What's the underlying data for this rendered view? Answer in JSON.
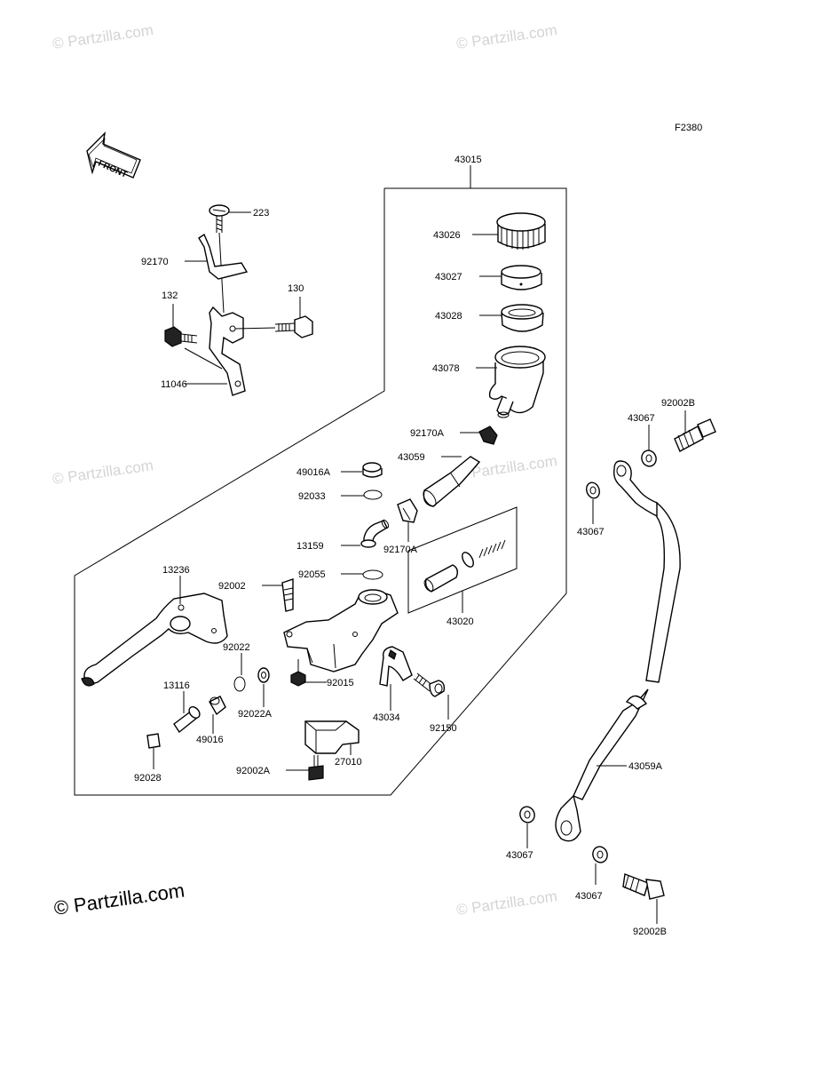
{
  "figure_code": "F2380",
  "front_label": "FRONT",
  "watermark_text": "© Partzilla.com",
  "labels": {
    "p43015": "43015",
    "p43026": "43026",
    "p43027": "43027",
    "p43028": "43028",
    "p43078": "43078",
    "p92170A_a": "92170A",
    "p43059": "43059",
    "p49016A": "49016A",
    "p92033": "92033",
    "p92170A_b": "92170A",
    "p13159": "13159",
    "p92055": "92055",
    "p43020": "43020",
    "p223": "223",
    "p92170": "92170",
    "p132": "132",
    "p130": "130",
    "p11046": "11046",
    "p13236": "13236",
    "p92002": "92002",
    "p92022": "92022",
    "p92022A": "92022A",
    "p13116": "13116",
    "p49016": "49016",
    "p92015": "92015",
    "p43034": "43034",
    "p92150": "92150",
    "p27010": "27010",
    "p92028": "92028",
    "p92002A": "92002A",
    "p92002B_top": "92002B",
    "p43067_a": "43067",
    "p43067_b": "43067",
    "p43059A": "43059A",
    "p43067_c": "43067",
    "p43067_d": "43067",
    "p92002B_bot": "92002B"
  }
}
